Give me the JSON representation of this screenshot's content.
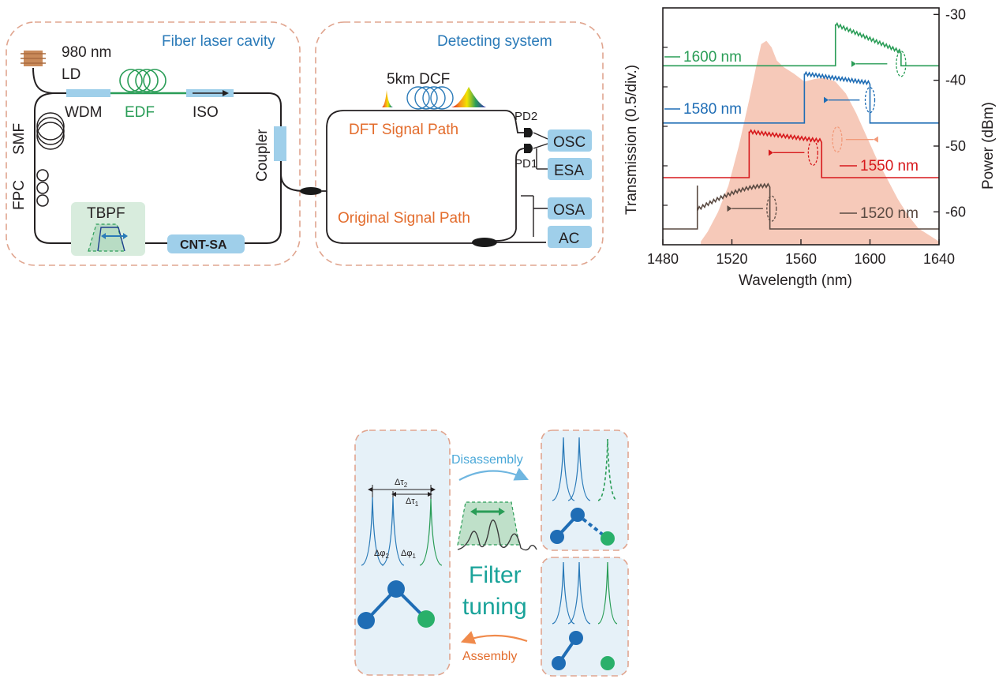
{
  "setup": {
    "cavity_title": "Fiber laser cavity",
    "detect_title": "Detecting system",
    "ld_label_1": "980 nm",
    "ld_label_2": "LD",
    "wdm": "WDM",
    "edf": "EDF",
    "iso": "ISO",
    "smf": "SMF",
    "fpc": "FPC",
    "tbpf": "TBPF",
    "cnt_sa": "CNT-SA",
    "coupler": "Coupler",
    "dcf": "5km DCF",
    "dft_path": "DFT Signal Path",
    "orig_path": "Original Signal Path",
    "pd2": "PD2",
    "pd1": "PD1",
    "osc": "OSC",
    "esa": "ESA",
    "osa": "OSA",
    "ac": "AC"
  },
  "chart_data": {
    "type": "line",
    "xlabel": "Wavelength (nm)",
    "ylabel_left": "Transmission (0.5/div.)",
    "ylabel_right": "Power (dBm)",
    "x_ticks": [
      "1480",
      "1520",
      "1560",
      "1600",
      "1640"
    ],
    "y_right_ticks": [
      "-30",
      "-40",
      "-50",
      "-60"
    ],
    "xlim": [
      1480,
      1640
    ],
    "ylim_right": [
      -65,
      -29
    ],
    "gain_spectrum_color": "#f6c9b9",
    "series": [
      {
        "name": "1600 nm",
        "color": "#2a9d57",
        "edge_start": 1580,
        "edge_end": 1618,
        "baseline_dbm": -37.8,
        "top_dbm": -31.5
      },
      {
        "name": "1580 nm",
        "color": "#1f6db5",
        "edge_start": 1562,
        "edge_end": 1600,
        "baseline_dbm": -46.5,
        "top_dbm": -39.0
      },
      {
        "name": "1550 nm",
        "color": "#d7191c",
        "edge_start": 1530,
        "edge_end": 1572,
        "baseline_dbm": -54.8,
        "top_dbm": -47.8
      },
      {
        "name": "1520 nm",
        "color": "#5a4a42",
        "edge_start": 1500,
        "edge_end": 1542,
        "baseline_dbm": -62.6,
        "top_dbm": -56.0
      }
    ]
  },
  "schematic": {
    "delta_tau_2": "Δτ",
    "delta_tau_1": "Δτ",
    "delta_phi_2": "Δφ",
    "delta_phi_1": "Δφ",
    "sub_2": "2",
    "sub_1": "1",
    "disassembly": "Disassembly",
    "assembly": "Assembly",
    "filter_1": "Filter",
    "filter_2": "tuning"
  },
  "colors": {
    "dash_border": "#e0a58f",
    "panel_fill": "#e6f1f8",
    "blue": "#2a7ab8",
    "orange": "#e36c2c",
    "green": "#2a9d57",
    "component_blue": "#9fcfea",
    "teal_text": "#1aa39a"
  }
}
